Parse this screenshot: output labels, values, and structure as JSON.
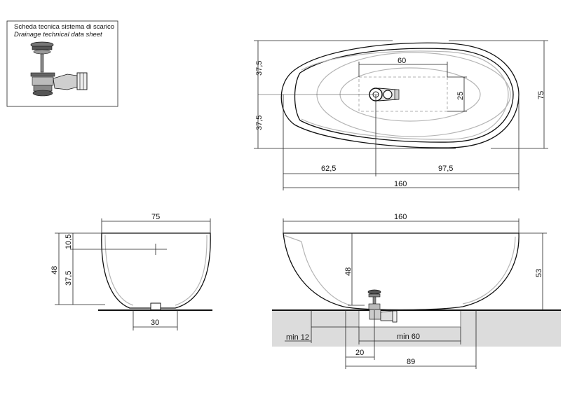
{
  "legend": {
    "title": "Scheda tecnica sistema di scarico",
    "subtitle": "Drainage technical data sheet",
    "icon": "drain-valve-icon"
  },
  "plan_view": {
    "dim_upper_height": "37,5",
    "dim_lower_height": "37,5",
    "dim_total_width": "75",
    "dim_drain_area_length": "60",
    "dim_drain_area_width": "25",
    "dim_left_offset": "62,5",
    "dim_right_offset": "97,5",
    "dim_total_length": "160"
  },
  "side_view": {
    "dim_top_width": "75",
    "dim_rim_offset": "10,5",
    "dim_inner_depth": "48",
    "dim_drain_height": "37,5",
    "dim_base_width": "30"
  },
  "front_view": {
    "dim_total_length": "160",
    "dim_inner_depth": "48",
    "dim_total_height": "53",
    "dim_min_floor_depth": "min 12",
    "dim_min_recess_width": "min 60",
    "dim_drain_offset": "20",
    "dim_recess_span": "89"
  }
}
